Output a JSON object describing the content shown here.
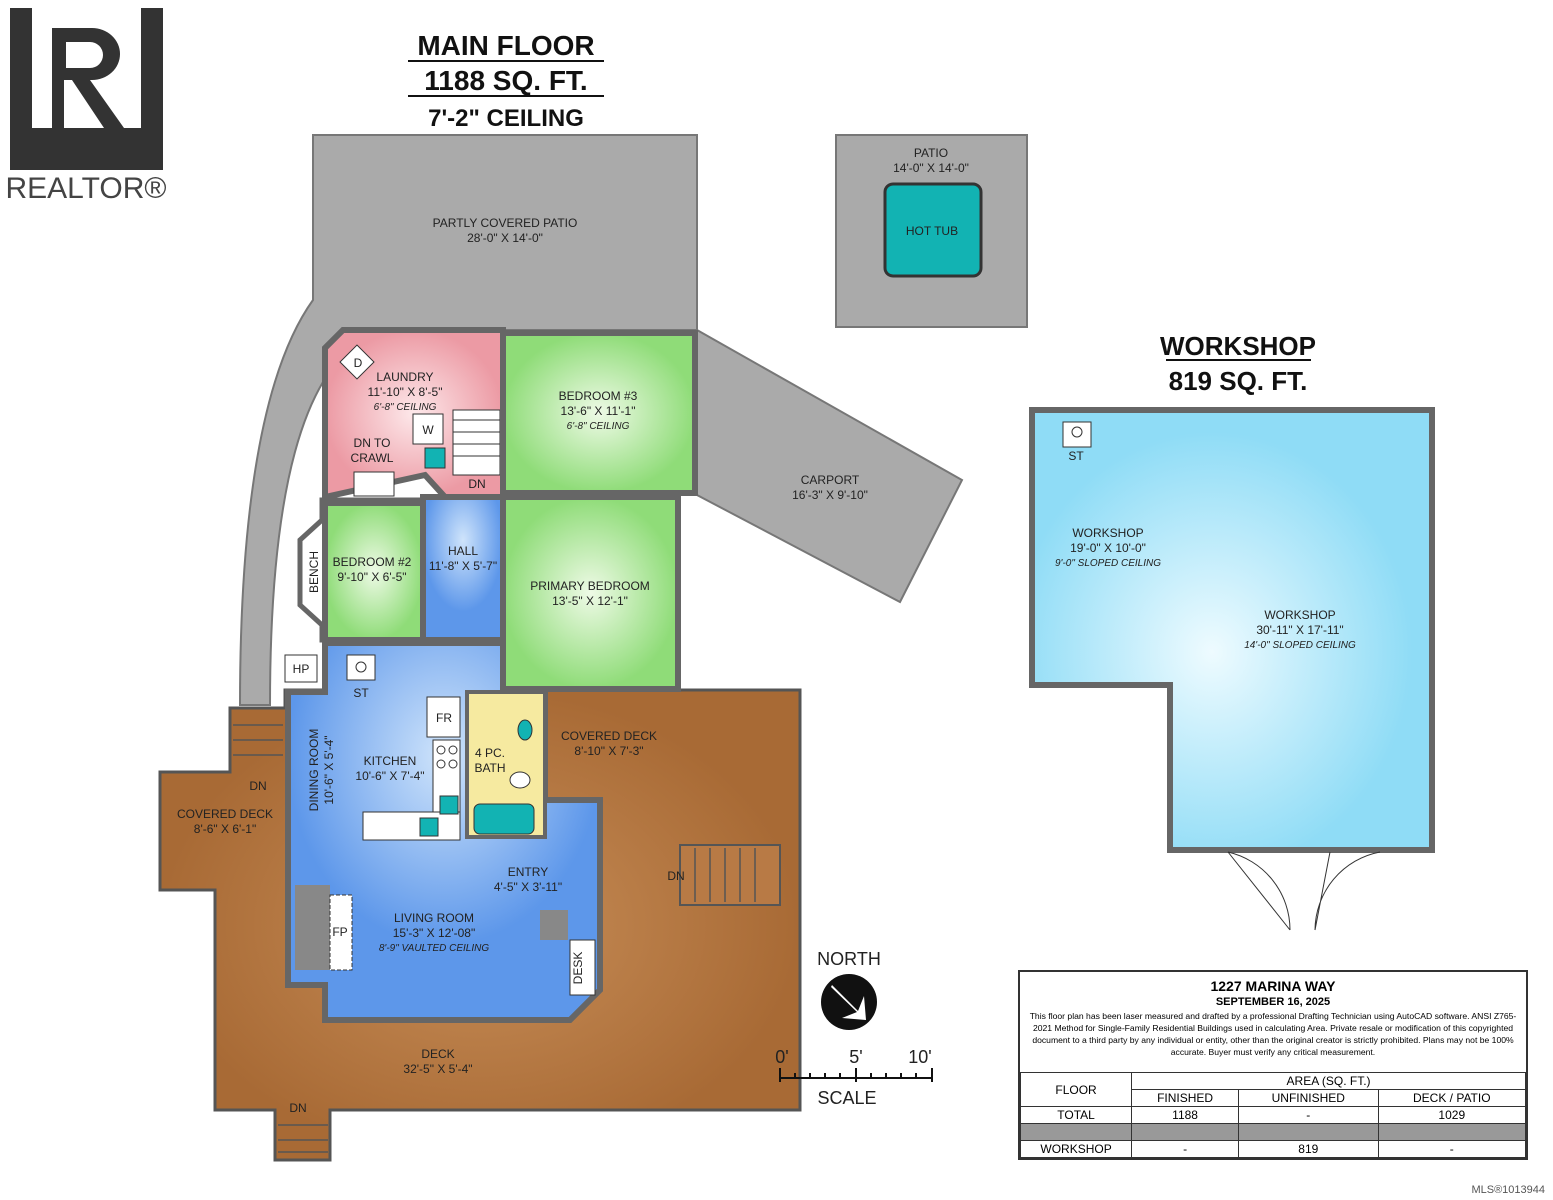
{
  "logo": {
    "text": "REALTOR®"
  },
  "main_floor": {
    "title": "MAIN FLOOR",
    "area": "1188 SQ. FT.",
    "ceiling": "7'-2\" CEILING"
  },
  "workshop_header": {
    "title": "WORKSHOP",
    "area": "819 SQ. FT."
  },
  "rooms": {
    "partly_covered_patio": {
      "name": "PARTLY COVERED PATIO",
      "dims": "28'-0\" X 14'-0\""
    },
    "patio": {
      "name": "PATIO",
      "dims": "14'-0\" X 14'-0\""
    },
    "hot_tub": {
      "name": "HOT TUB"
    },
    "laundry": {
      "name": "LAUNDRY",
      "dims": "11'-10\" X 8'-5\"",
      "ceiling": "6'-8\" CEILING"
    },
    "dn_to_crawl": {
      "line1": "DN TO",
      "line2": "CRAWL"
    },
    "bedroom3": {
      "name": "BEDROOM #3",
      "dims": "13'-6\" X 11'-1\"",
      "ceiling": "6'-8\" CEILING"
    },
    "carport": {
      "name": "CARPORT",
      "dims": "16'-3\" X 9'-10\""
    },
    "bedroom2": {
      "name": "BEDROOM #2",
      "dims": "9'-10\" X 6'-5\""
    },
    "bench": "BENCH",
    "hall": {
      "name": "HALL",
      "dims": "11'-8\" X 5'-7\""
    },
    "primary_bedroom": {
      "name": "PRIMARY BEDROOM",
      "dims": "13'-5\" X 12'-1\""
    },
    "dining_room": {
      "name": "DINING ROOM",
      "dims": "10'-6\" X 5'-4\""
    },
    "kitchen": {
      "name": "KITCHEN",
      "dims": "10'-6\" X 7'-4\""
    },
    "bath": {
      "line1": "4 PC.",
      "line2": "BATH"
    },
    "covered_deck_right": {
      "name": "COVERED DECK",
      "dims": "8'-10\" X 7'-3\""
    },
    "covered_deck_left": {
      "name": "COVERED DECK",
      "dims": "8'-6\" X 6'-1\""
    },
    "entry": {
      "name": "ENTRY",
      "dims": "4'-5\" X 3'-11\""
    },
    "living_room": {
      "name": "LIVING ROOM",
      "dims": "15'-3\" X 12'-08\"",
      "ceiling": "8'-9\" VAULTED CEILING"
    },
    "deck": {
      "name": "DECK",
      "dims": "32'-5\" X 5'-4\""
    },
    "workshop_small": {
      "name": "WORKSHOP",
      "dims": "19'-0\" X 10'-0\"",
      "ceiling": "9'-0\" SLOPED CEILING"
    },
    "workshop_large": {
      "name": "WORKSHOP",
      "dims": "30'-11\" X 17'-11\"",
      "ceiling": "14'-0\" SLOPED CEILING"
    }
  },
  "fixtures": {
    "dryer": "D",
    "washer": "W",
    "fridge": "FR",
    "stove": "ST",
    "heat_pump": "HP",
    "fireplace": "FP",
    "desk": "DESK",
    "down": "DN",
    "workshop_stove": "ST"
  },
  "compass": {
    "label": "NORTH"
  },
  "scale": {
    "ticks": [
      "0'",
      "5'",
      "10'"
    ],
    "label": "SCALE"
  },
  "info_box": {
    "address": "1227 MARINA WAY",
    "date": "SEPTEMBER 16, 2025",
    "disclaimer": "This floor plan has been laser measured and drafted by a professional Drafting Technician using AutoCAD software. ANSI Z765-2021 Method for Single-Family Residential Buildings used in calculating Area. Private resale or modification of this copyrighted document to a third party by any individual or entity, other than the original creator is strictly prohibited. Plans may not be 100% accurate.  Buyer must verify any critical measurement.",
    "table": {
      "floor_header": "FLOOR",
      "area_header": "AREA (SQ. FT.)",
      "columns": [
        "FINISHED",
        "UNFINISHED",
        "DECK / PATIO"
      ],
      "rows": [
        {
          "floor": "TOTAL",
          "values": [
            "1188",
            "-",
            "1029"
          ]
        },
        {
          "floor": "WORKSHOP",
          "values": [
            "-",
            "819",
            "-"
          ]
        }
      ]
    }
  },
  "mls": "MLS®1013944",
  "colors": {
    "patio": "#a9a9a9",
    "laundry": "#f3b7be",
    "bedroom": "#9ee08a",
    "interior": "#7fb2f0",
    "bath": "#f6eaa0",
    "deck": "#b87a45",
    "workshop": "#a8e4f8",
    "hot_tub": "#12b3b3"
  }
}
